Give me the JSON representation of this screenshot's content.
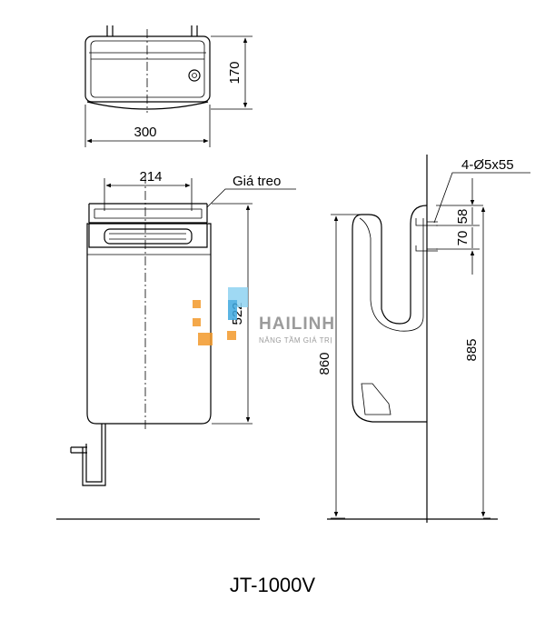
{
  "model": "JT-1000V",
  "labels": {
    "hanger": "Giá treo",
    "screw_holes": "4-Ø5x55"
  },
  "dimensions": {
    "top_width": "300",
    "top_depth": "170",
    "hanger_width": "214",
    "body_height": "522",
    "total_height": "860",
    "mount_height": "885",
    "hole_spacing_1": "58",
    "hole_spacing_2": "70"
  },
  "watermark": {
    "brand": "HAILINH",
    "slogan": "NÂNG TẦM GIÁ TRỊ",
    "colors": {
      "orange": "#f39a2b",
      "blue": "#3fa9e0",
      "text": "#8a8a8a"
    }
  }
}
